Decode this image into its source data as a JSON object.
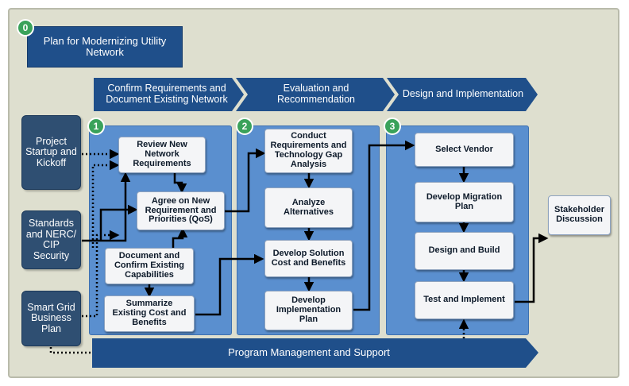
{
  "plan": {
    "number": "0",
    "label": "Plan for Modernizing Utility Network"
  },
  "stages": [
    {
      "label": "Confirm Requirements and Document Existing Network"
    },
    {
      "label": "Evaluation and Recommendation"
    },
    {
      "label": "Design and Implementation"
    }
  ],
  "inputs": [
    {
      "label": "Project Startup and Kickoff"
    },
    {
      "label": "Standards and NERC/ CIP Security"
    },
    {
      "label": "Smart Grid Business Plan"
    }
  ],
  "phase1": {
    "number": "1",
    "steps": [
      "Review New Network Requirements",
      "Agree on New Requirement and Priorities (QoS)",
      "Document and Confirm Existing Capabilities",
      "Summarize Existing Cost and Benefits"
    ]
  },
  "phase2": {
    "number": "2",
    "steps": [
      "Conduct Requirements and Technology Gap Analysis",
      "Analyze Alternatives",
      "Develop Solution Cost and Benefits",
      "Develop Implementation Plan"
    ]
  },
  "phase3": {
    "number": "3",
    "steps": [
      "Select Vendor",
      "Develop Migration Plan",
      "Design and Build",
      "Test and Implement"
    ]
  },
  "stakeholder": {
    "label": "Stakeholder Discussion"
  },
  "program": {
    "label": "Program Management and Support"
  },
  "colors": {
    "panel": "#5a8fcf",
    "navy": "#1f4f8a",
    "slate": "#2f4f72",
    "badge": "#3aa25a",
    "background": "#dedfcf"
  }
}
